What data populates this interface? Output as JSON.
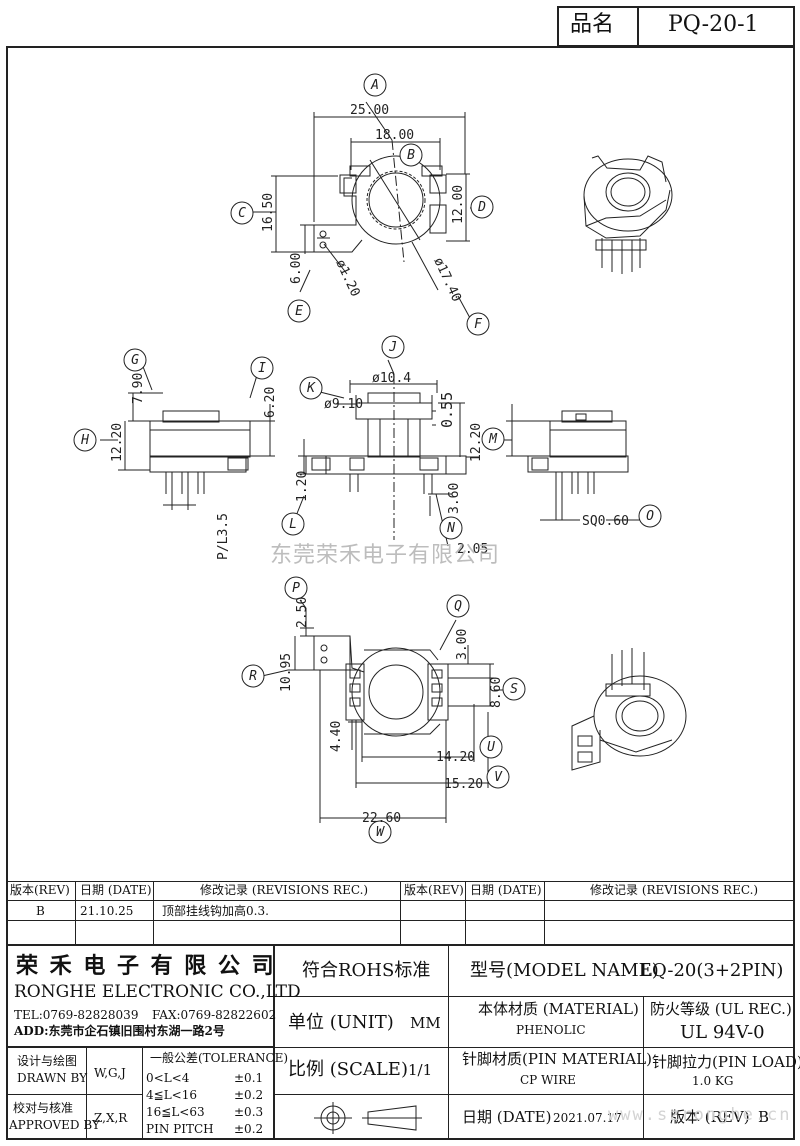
{
  "title_block": {
    "name_label": "品名",
    "part_no": "PQ-20-1"
  },
  "drawing": {
    "dimensions": {
      "d25": "25.00",
      "d18": "18.00",
      "d16_50": "16.50",
      "d12": "12.00",
      "d6": "6.00",
      "phi120": "ø1.20",
      "phi1740": "ø17.40",
      "d7_90": "7.90",
      "d6_20": "6.20",
      "d12_20_left": "12.20",
      "phi10_4": "ø10.4",
      "phi9_10": "ø9.10",
      "d0_55": "0.55",
      "d12_20_right": "12.20",
      "d1_20": "1.20",
      "d3_60": "3.60",
      "d2_05": "2.05",
      "pitch": "P/L3.5",
      "sq060": "SQ0.60",
      "d2_50": "2.50",
      "d10_95": "10.95",
      "d3_00": "3.00",
      "d8_60": "8.60",
      "d4_40": "4.40",
      "d14_20": "14.20",
      "d15_20": "15.20",
      "d22_60": "22.60"
    },
    "callouts": [
      "A",
      "B",
      "C",
      "D",
      "E",
      "F",
      "G",
      "H",
      "I",
      "J",
      "K",
      "L",
      "M",
      "N",
      "O",
      "P",
      "Q",
      "R",
      "S",
      "U",
      "V",
      "W"
    ]
  },
  "watermark": "东莞荣禾电子有限公司",
  "url_watermark": "www.szronghe.cn",
  "revisions": {
    "headers": [
      "版本(REV)",
      "日期 (DATE)",
      "修改记录 (REVISIONS REC.)",
      "版本(REV)",
      "日期 (DATE)",
      "修改记录 (REVISIONS REC.)"
    ],
    "rows": [
      [
        "B",
        "21.10.25",
        "顶部挂线钩加高0.3.",
        "",
        "",
        ""
      ],
      [
        "",
        "",
        "",
        "",
        "",
        ""
      ]
    ]
  },
  "company": {
    "name_cn": "荣 禾 电 子 有 限 公 司",
    "name_en": "RONGHE ELECTRONIC CO.,LTD",
    "tel": "TEL:0769-82828039",
    "fax": "FAX:0769-82822602",
    "addr": "ADD:东莞市企石镇旧围村东湖一路2号"
  },
  "info": {
    "rohs": "符合ROHS标准",
    "model_label": "型号(MODEL NAME)",
    "model_value": "LQ-20(3+2PIN)",
    "unit_label": "单位 (UNIT)",
    "unit_value": "MM",
    "material_label": "本体材质 (MATERIAL)",
    "material_value": "PHENOLIC",
    "fire_label": "防火等级 (UL REC.)",
    "fire_value": "UL 94V-0",
    "scale_label": "比例 (SCALE)",
    "scale_value": "1/1",
    "pin_material_label": "针脚材质(PIN MATERIAL)",
    "pin_material_value": "CP WIRE",
    "pin_load_label": "针脚拉力(PIN LOAD)",
    "pin_load_value": "1.0 KG",
    "date_label": "日期 (DATE)",
    "date_value": "2021.07.17",
    "rev_label": "版本 (REV)",
    "rev_value": "B"
  },
  "approvals": {
    "drawn_cn": "设计与绘图",
    "drawn_en": "DRAWN BY",
    "drawn_value": "W,G,J",
    "approved_cn": "校对与核准",
    "approved_en": "APPROVED BY",
    "approved_value": "Z,X,R"
  },
  "tolerance": {
    "title": "一般公差(TOLERANCE)",
    "rows": [
      {
        "range": "0<L<4",
        "value": "±0.1"
      },
      {
        "range": "4≦L<16",
        "value": "±0.2"
      },
      {
        "range": "16≦L<63",
        "value": "±0.3"
      },
      {
        "range": "PIN PITCH",
        "value": "±0.2"
      }
    ]
  }
}
